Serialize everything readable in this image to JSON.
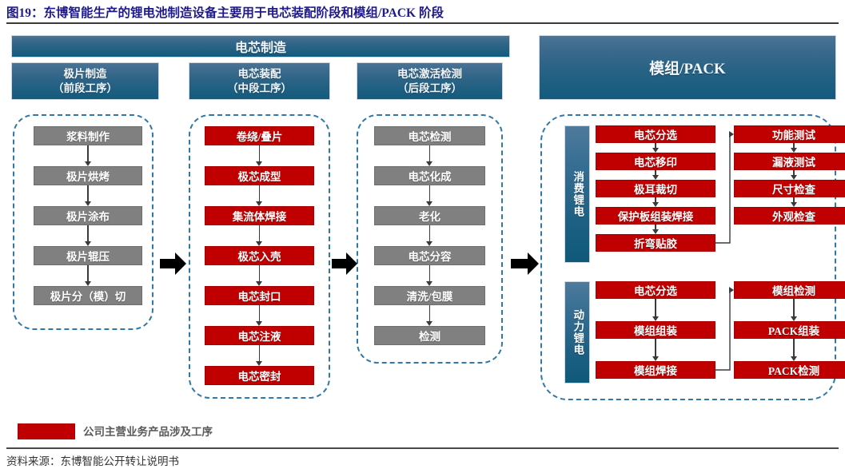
{
  "figure": {
    "title": "图19：东博智能生产的锂电池制造设备主要用于电芯装配阶段和模组/PACK 阶段",
    "source": "资料来源：东博智能公开转让说明书"
  },
  "headers": {
    "cell_manufacturing": "电芯制造",
    "module_pack": "模组/PACK",
    "stages": [
      {
        "line1": "极片制造",
        "line2": "（前段工序）"
      },
      {
        "line1": "电芯装配",
        "line2": "（中段工序）"
      },
      {
        "line1": "电芯激活检测",
        "line2": "（后段工序）"
      }
    ]
  },
  "stage1_steps": [
    "浆料制作",
    "极片烘烤",
    "极片涂布",
    "极片辊压",
    "极片分（模）切"
  ],
  "stage2_steps": [
    "卷绕/叠片",
    "极芯成型",
    "集流体焊接",
    "极芯入壳",
    "电芯封口",
    "电芯注液",
    "电芯密封"
  ],
  "stage3_steps": [
    "电芯检测",
    "电芯化成",
    "老化",
    "电芯分容",
    "清洗/包膜",
    "检测"
  ],
  "pack": {
    "groups": [
      {
        "label": "消费锂电",
        "column_left": [
          "电芯分选",
          "电芯移印",
          "极耳裁切",
          "保护板组装焊接",
          "折弯贴胶"
        ],
        "column_right": [
          "功能测试",
          "漏液测试",
          "尺寸检查",
          "外观检查"
        ]
      },
      {
        "label": "动力锂电",
        "column_left": [
          "电芯分选",
          "模组组装",
          "模组焊接"
        ],
        "column_right": [
          "模组检测",
          "PACK组装",
          "PACK检测"
        ]
      }
    ]
  },
  "legend": {
    "label": "公司主营业务产品涉及工序",
    "swatch_color": "#c00000"
  },
  "colors": {
    "title_blue": "#1f1a8c",
    "header_blue": "#125b7e",
    "panel_dash": "#2f78a8",
    "grey_box": "#808080",
    "red_box": "#c00000"
  }
}
